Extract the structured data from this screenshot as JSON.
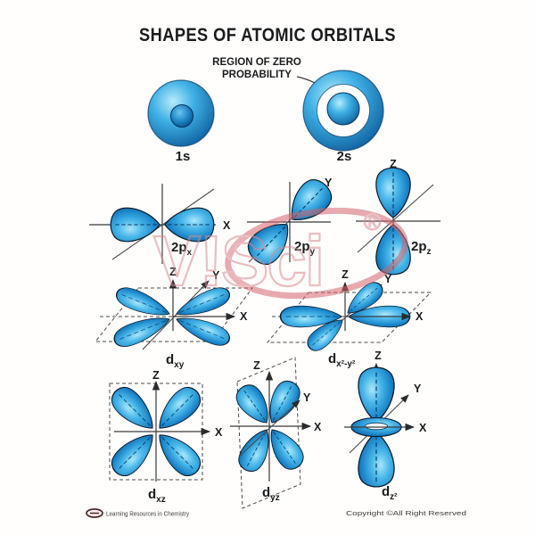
{
  "title": "SHAPES OF ATOMIC ORBITALS",
  "annotation": {
    "line1": "REGION OF ZERO",
    "line2": "PROBABILITY"
  },
  "axes": {
    "x": "X",
    "y": "Y",
    "z": "Z"
  },
  "orbitals": {
    "s1": {
      "label": "1s"
    },
    "s2": {
      "label": "2s"
    },
    "px": {
      "base": "2p",
      "sub": "x"
    },
    "py": {
      "base": "2p",
      "sub": "y"
    },
    "pz": {
      "base": "2p",
      "sub": "z"
    },
    "dxy": {
      "base": "d",
      "sub": "xy"
    },
    "dx2y2": {
      "base": "d",
      "sub": "x²-y²"
    },
    "dxz": {
      "base": "d",
      "sub": "xz"
    },
    "dyz": {
      "base": "d",
      "sub": "yz"
    },
    "dz2": {
      "base": "d",
      "sub": "z²"
    }
  },
  "watermark": {
    "text": "V!Sci",
    "registered": "®"
  },
  "footer": {
    "left": "Learning Resources in Chemistry",
    "right": "Copyright ©All Right Reserved"
  },
  "colors": {
    "orbital_blue": "#29a8e0",
    "orbital_dark": "#0b5da0",
    "watermark_red": "#d4646c",
    "line_gray": "#3a3a3a"
  }
}
